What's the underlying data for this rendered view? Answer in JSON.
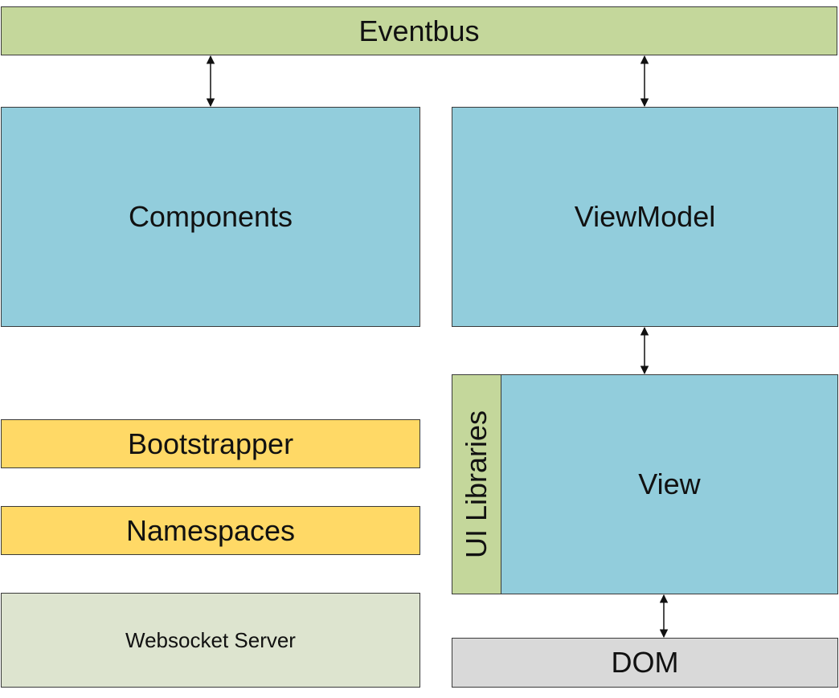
{
  "colors": {
    "eventbus": "#c4d79b",
    "blue_box": "#92cddc",
    "yellow_box": "#ffd966",
    "websocket": "#dde4cf",
    "ui_libraries": "#c4d79b",
    "dom": "#d9d9d9"
  },
  "labels": {
    "eventbus": "Eventbus",
    "components": "Components",
    "viewmodel": "ViewModel",
    "bootstrapper": "Bootstrapper",
    "namespaces": "Namespaces",
    "websocket_server": "Websocket Server",
    "view": "View",
    "ui_libraries": "UI Libraries",
    "dom": "DOM"
  }
}
